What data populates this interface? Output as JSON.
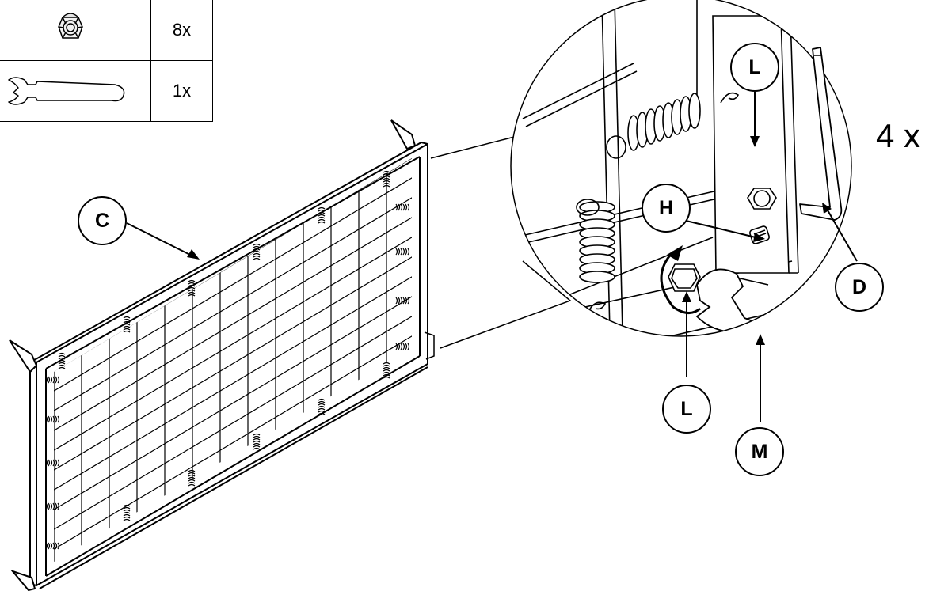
{
  "parts_table": {
    "rows": [
      {
        "icon": "cap-nut-icon",
        "quantity": "8x"
      },
      {
        "icon": "wrench-icon",
        "quantity": "1x"
      }
    ]
  },
  "callouts": {
    "panel": "C",
    "nut_top": "L",
    "bolt": "H",
    "nut_bottom": "L",
    "hex_key": "D",
    "wrench": "M"
  },
  "quantity_label": "4 x"
}
